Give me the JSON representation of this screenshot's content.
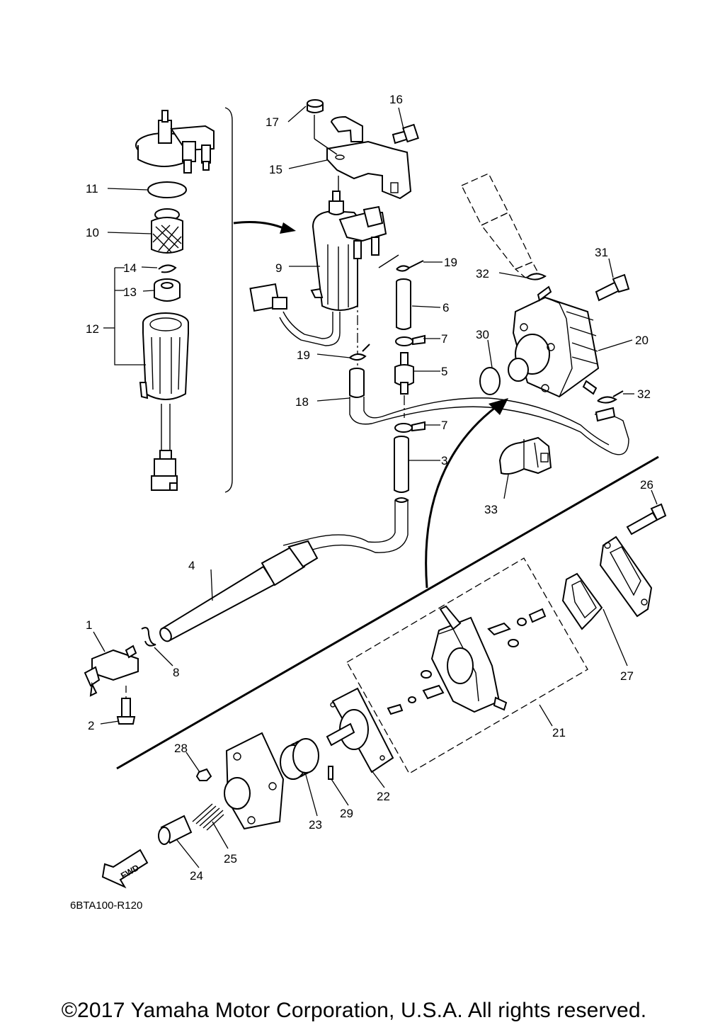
{
  "diagram": {
    "part_code": "6BTA100-R120",
    "fwd_label": "FWD",
    "copyright": "©2017 Yamaha Motor Corporation, U.S.A. All rights reserved."
  },
  "callouts": {
    "c1": "1",
    "c2": "2",
    "c3": "3",
    "c4": "4",
    "c5": "5",
    "c6": "6",
    "c7a": "7",
    "c7b": "7",
    "c8": "8",
    "c9": "9",
    "c10": "10",
    "c11": "11",
    "c12": "12",
    "c13": "13",
    "c14": "14",
    "c15": "15",
    "c16": "16",
    "c17": "17",
    "c18": "18",
    "c19a": "19",
    "c19b": "19",
    "c20": "20",
    "c21": "21",
    "c22": "22",
    "c23": "23",
    "c24": "24",
    "c25": "25",
    "c26": "26",
    "c27": "27",
    "c28": "28",
    "c29": "29",
    "c30": "30",
    "c31": "31",
    "c32a": "32",
    "c32b": "32",
    "c33": "33"
  }
}
